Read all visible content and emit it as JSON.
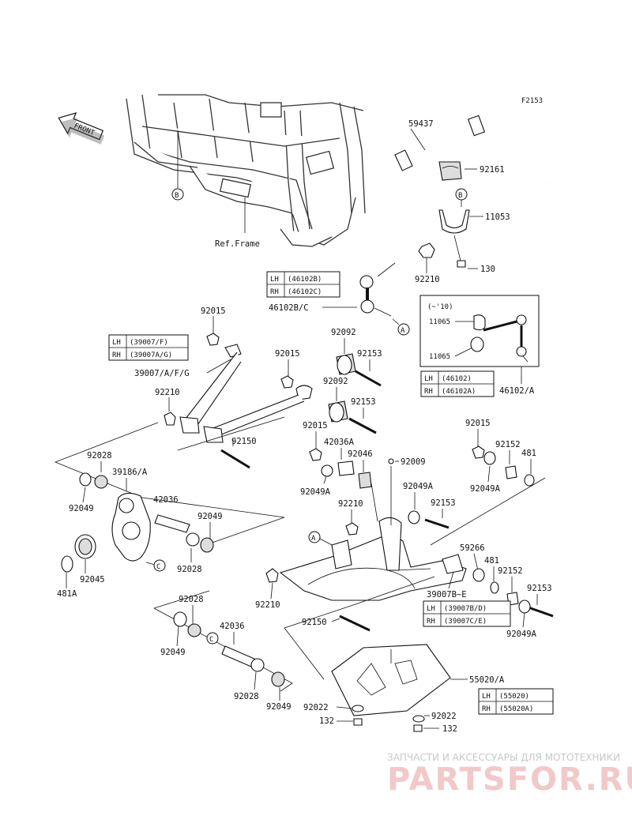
{
  "figure_code": "F2153",
  "front_label": "FRONT",
  "ref_frame": "Ref.Frame",
  "callouts": [
    "A",
    "B",
    "C"
  ],
  "part_labels": {
    "p59437": "59437",
    "p92161": "92161",
    "p11053": "11053",
    "p130": "130",
    "p92210_top": "92210",
    "p46102bc": "46102B/C",
    "p92015_a": "92015",
    "p92092_a": "92092",
    "p92153_a": "92153",
    "p39007afg": "39007/A/F/G",
    "p92015_b": "92015",
    "p92092_b": "92092",
    "p92210_b": "92210",
    "p92153_b": "92153",
    "p92150_a": "92150",
    "p92015_c": "92015",
    "p42036a": "42036A",
    "p92046": "92046",
    "p92009": "92009",
    "p92049a_a": "92049A",
    "p92049a_b": "92049A",
    "p92210_c": "92210",
    "p92153_c": "92153",
    "p92015_d": "92015",
    "p92152_a": "92152",
    "p481_a": "481",
    "p92049a_c": "92049A",
    "p92028_a": "92028",
    "p39186a": "39186/A",
    "p92049_a": "92049",
    "p42036_a": "42036",
    "p92049_b": "92049",
    "p92028_b": "92028",
    "p92045": "92045",
    "p481a": "481A",
    "p59266": "59266",
    "p481_b": "481",
    "p92152_b": "92152",
    "p92153_d": "92153",
    "p39007be": "39007B~E",
    "p92049a_d": "92049A",
    "p92210_d": "92210",
    "p92150_b": "92150",
    "p92028_c": "92028",
    "p42036_b": "42036",
    "p92049_c": "92049",
    "p92028_d": "92028",
    "p92049_d": "92049",
    "p55020a": "55020/A",
    "p92022_a": "92022",
    "p132_a": "132",
    "p92022_b": "92022",
    "p132_b": "132",
    "p11065_a": "11065",
    "p11065_b": "11065",
    "p46102a": "46102/A",
    "year_note": "(~'10)"
  },
  "tables": {
    "t46102bc": {
      "lh_key": "LH",
      "lh_val": "(46102B)",
      "rh_key": "RH",
      "rh_val": "(46102C)"
    },
    "t39007": {
      "lh_key": "LH",
      "lh_val": "(39007/F)",
      "rh_key": "RH",
      "rh_val": "(39007A/G)"
    },
    "t46102": {
      "lh_key": "LH",
      "lh_val": "(46102)",
      "rh_key": "RH",
      "rh_val": "(46102A)"
    },
    "t39007bd": {
      "lh_key": "LH",
      "lh_val": "(39007B/D)",
      "rh_key": "RH",
      "rh_val": "(39007C/E)"
    },
    "t55020": {
      "lh_key": "LH",
      "lh_val": "(55020)",
      "rh_key": "RH",
      "rh_val": "(55020A)"
    }
  },
  "watermark": {
    "top": "ЗАПЧАСТИ И АКСЕССУАРЫ ДЛЯ МОТОТЕХНИКИ",
    "brand": "PARTSFOR.RU"
  }
}
